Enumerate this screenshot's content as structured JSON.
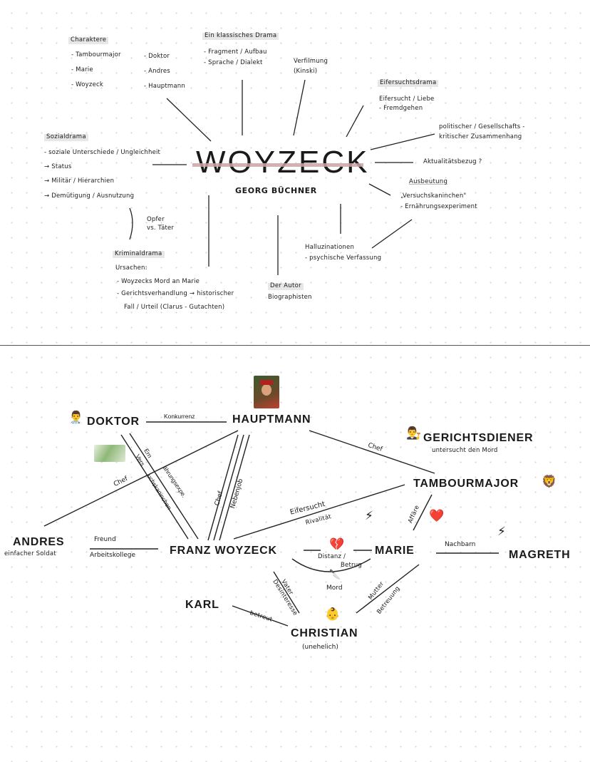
{
  "top": {
    "title": "WOYZECK",
    "author": "GEORG BÜCHNER",
    "charaktere": {
      "title": "Charaktere",
      "col1": [
        "- Tambourmajor",
        "- Marie",
        "- Woyzeck"
      ],
      "col2": [
        "- Doktor",
        "- Andres",
        "- Hauptmann"
      ]
    },
    "drama": {
      "title": "Ein klassisches Drama",
      "items": [
        "- Fragment / Aufbau",
        "- Sprache / Dialekt"
      ]
    },
    "verfilmung": [
      "Verfilmung",
      "(Kinski)"
    ],
    "eifersucht": {
      "title": "Eifersuchtsdrama",
      "items": [
        "Eifersucht / Liebe",
        "- Fremdgehen"
      ]
    },
    "politisch": [
      "politischer / Gesellschafts -",
      "kritischer  Zusammenhang"
    ],
    "aktualitaet": "Aktualitätsbezug ?",
    "ausbeutung": {
      "title": "Ausbeutung",
      "items": [
        "„Versuchskaninchen\"",
        "- Ernährungsexperiment"
      ]
    },
    "sozialdrama": {
      "title": "Sozialdrama",
      "items": [
        "- soziale  Unterschiede / Ungleichheit",
        "→  Status",
        "→  Militär / Hierarchien",
        "→  Demütigung / Ausnutzung"
      ]
    },
    "opfer": [
      "Opfer",
      "vs. Täter"
    ],
    "kriminaldrama": {
      "title": "Kriminaldrama",
      "items": [
        "Ursachen:",
        "- Woyzecks  Mord  an  Marie",
        "- Gerichtsverhandlung → historischer",
        "Fall / Urteil  (Clarus - Gutachten)"
      ]
    },
    "autor": {
      "title": "Der Autor",
      "items": [
        "Biographisten"
      ]
    },
    "halluzination": [
      "Halluzinationen",
      "- psychische  Verfassung"
    ]
  },
  "bottom": {
    "nodes": {
      "doktor": "DOKTOR",
      "hauptmann": "HAUPTMANN",
      "gerichtsdiener": "GERICHTSDIENER",
      "gerichtsdiener_sub": "untersucht den Mord",
      "tambourmajor": "TAMBOURMAJOR",
      "andres": "ANDRES",
      "andres_sub": "einfacher Soldat",
      "franz": "FRANZ WOYZECK",
      "marie": "MARIE",
      "magreth": "MAGRETH",
      "karl": "KARL",
      "christian": "CHRISTIAN",
      "christian_sub": "(unehelich)"
    },
    "edges": {
      "konkurrenz": "Konkurrenz",
      "ern": "Ern",
      "ernaehrung": "ährungsexpe.",
      "versuch": "Vers",
      "kaninchen": "uchskaninchen",
      "chef_andres": "Chef",
      "chef_franz": "Chef",
      "nebenjob": "Nebenjob",
      "chef_tambour": "Chef",
      "eifersucht": "Eifersucht",
      "rivalitaet": "Rivalität",
      "affaere": "Affäre",
      "nachbarn": "Nachbarn",
      "freund": "Freund",
      "arbeitskollege": "Arbeitskollege",
      "distanz": "Distanz /",
      "betrug": "Betrug",
      "mord": "Mord",
      "vater": "Vater",
      "desinteresse": "Desinteresse",
      "mutter": "Mutter",
      "betreuung": "Betreuung",
      "betreut": "betreut"
    },
    "icons": {
      "doctor": "👨‍⚕️",
      "judge": "👨‍⚖️",
      "lion": "🦁",
      "lightning": "⚡",
      "heart": "❤️",
      "broken_heart": "💔",
      "knife": "🔪",
      "baby": "👶"
    }
  },
  "colors": {
    "title_strike": "#c9a3a3",
    "ink": "#1a1a1a"
  }
}
